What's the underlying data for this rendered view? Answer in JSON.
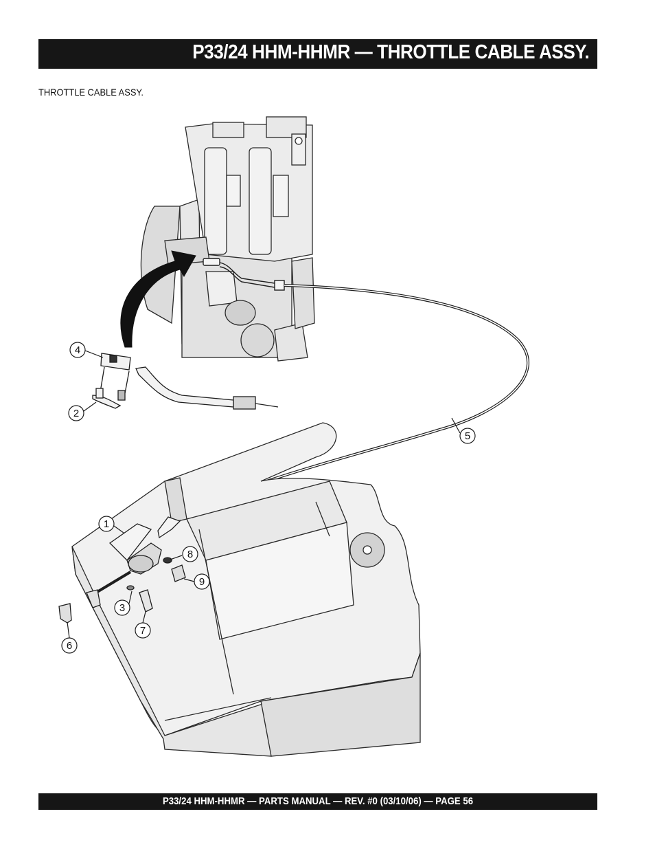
{
  "header": {
    "title": "P33/24 HHM-HHMR — THROTTLE CABLE ASSY."
  },
  "section": {
    "subtitle": "THROTTLE CABLE ASSY."
  },
  "callouts": [
    "1",
    "2",
    "3",
    "4",
    "5",
    "6",
    "7",
    "8",
    "9"
  ],
  "footer": {
    "text": "P33/24 HHM-HHMR — PARTS MANUAL — REV. #0 (03/10/06) — PAGE 56"
  }
}
